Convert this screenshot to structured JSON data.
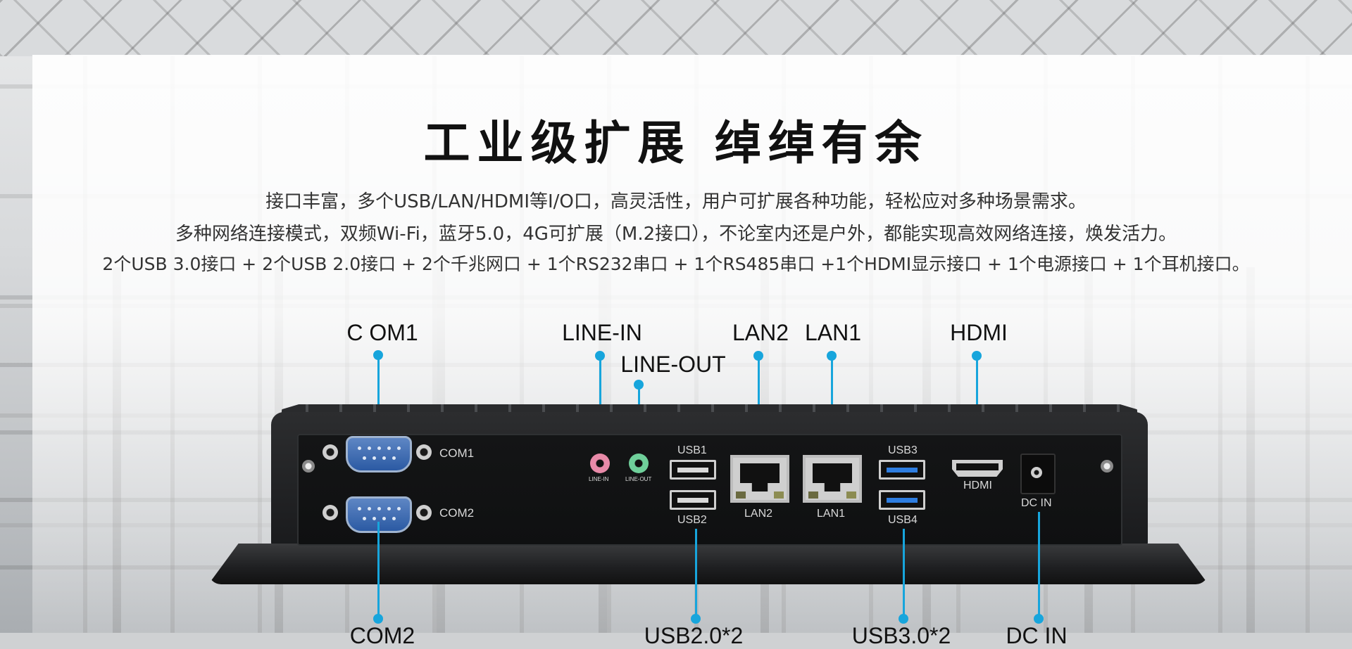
{
  "headline": "工业级扩展  绰绰有余",
  "description": [
    "接口丰富，多个USB/LAN/HDMI等I/O口，高灵活性，用户可扩展各种功能，轻松应对多种场景需求。",
    "多种网络连接模式，双频Wi-Fi，蓝牙5.0，4G可扩展（M.2接口），不论室内还是户外，都能实现高效网络连接，焕发活力。",
    "2个USB 3.0接口 + 2个USB 2.0接口 + 2个千兆网口 + 1个RS232串口 + 1个RS485串口 +1个HDMI显示接口 + 1个电源接口 + 1个耳机接口。"
  ],
  "callouts_top": {
    "com1": "C OM1",
    "line_in": "LINE-IN",
    "line_out": "LINE-OUT",
    "lan2": "LAN2",
    "lan1": "LAN1",
    "hdmi": "HDMI"
  },
  "callouts_bottom": {
    "com2": "COM2",
    "usb_left": "USB2.0*2",
    "usb_right": "USB3.0*2",
    "dc_in": "DC IN"
  },
  "device_labels": {
    "com1": "COM1",
    "com2": "COM2",
    "line_in": "LINE-IN",
    "line_out": "LINE-OUT",
    "usb1": "USB1",
    "usb2": "USB2",
    "lan2": "LAN2",
    "lan1": "LAN1",
    "usb3": "USB3",
    "usb4": "USB4",
    "hdmi": "HDMI",
    "dc_in": "DC IN"
  },
  "colors": {
    "accent": "#17a5dc",
    "line_in_jack": "#e88aa8",
    "line_out_jack": "#6fcf9a",
    "usb3_blue": "#2e7de0",
    "db9_blue": "#2b5aa3"
  }
}
